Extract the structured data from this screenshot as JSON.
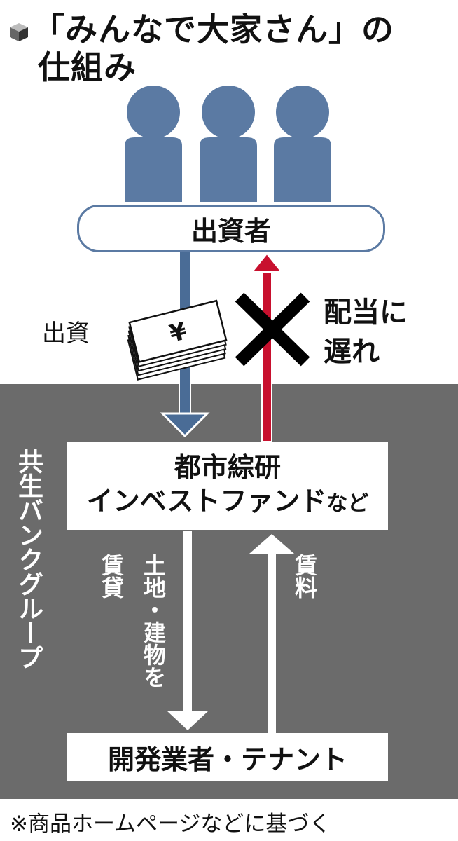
{
  "title": {
    "line1": "「みんなで大家さん」の",
    "line2": "仕組み"
  },
  "nodes": {
    "investor": "出資者",
    "fund_line1": "都市綜研",
    "fund_line2_main": "インベストファンド",
    "fund_line2_suffix": "など",
    "tenant": "開発業者・テナント"
  },
  "group_label": "共生バンクグループ",
  "flows": {
    "investment": "出資",
    "dividend_delay_line1": "配当に",
    "dividend_delay_line2": "遅れ",
    "lease_out": "賃貸",
    "land_buildings": "土地・建物を",
    "rent": "賃料"
  },
  "money_icon_symbol": "¥",
  "footnote": "※商品ホームページなどに基づく",
  "colors": {
    "person": "#5b7aa3",
    "investment_arrow": "#4a6c96",
    "dividend_arrow": "#c8102e",
    "group_panel": "#6b6b6b"
  }
}
